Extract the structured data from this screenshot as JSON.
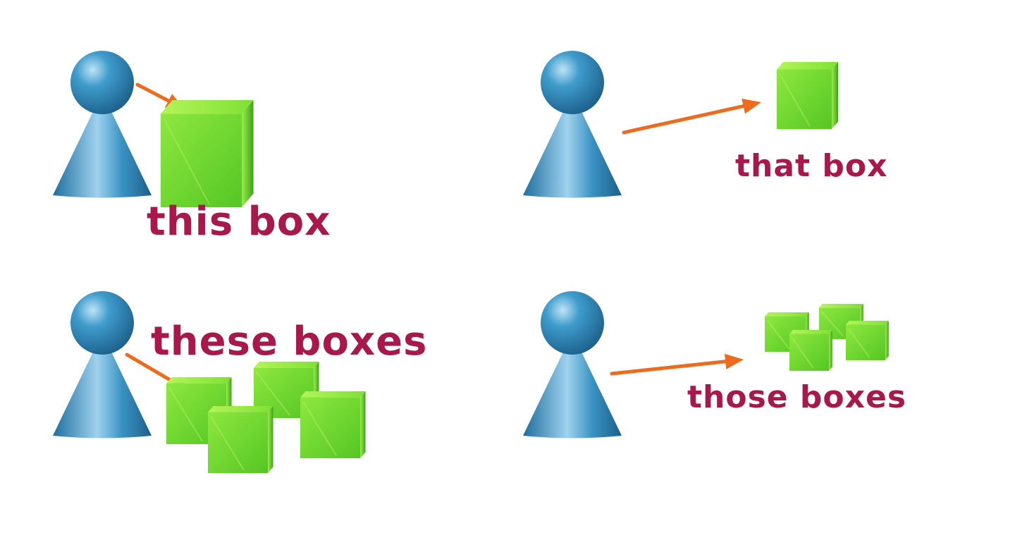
{
  "panels": [
    {
      "label": "this box"
    },
    {
      "label": "that box"
    },
    {
      "label": "these boxes"
    },
    {
      "label": "those boxes"
    }
  ],
  "colors": {
    "label": "#a8184a",
    "arrow": "#ee6a1d",
    "figure": "#2b83b5",
    "figure_dark": "#1c5f8a",
    "box_front": "#6ed62e",
    "box_top": "#a8f04a",
    "box_side": "#3fae17"
  }
}
